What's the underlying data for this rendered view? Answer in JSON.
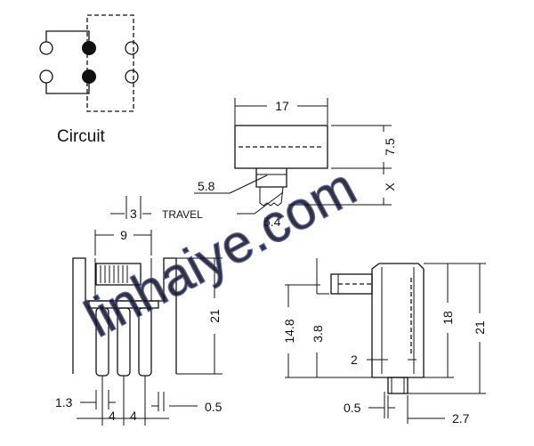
{
  "circuit": {
    "label": "Circuit"
  },
  "top_view": {
    "width": "17",
    "height": "7.5",
    "height_axis": "X",
    "lever_width": "5.8",
    "lever_offset": "5.4"
  },
  "travel": {
    "value": "3",
    "label": "TRAVEL"
  },
  "front_view": {
    "frame_width": "9",
    "height": "21",
    "pin_width": "1.3",
    "pitch_left": "4",
    "pitch_right": "4",
    "pin_thickness": "0.5"
  },
  "side_view": {
    "lever_height": "3.8",
    "body_height": "14.8",
    "lead_width": "2",
    "height_18": "18",
    "height_21": "21",
    "lead_thickness": "0.5",
    "offset": "2.7"
  },
  "watermark": {
    "text": "linhaiye.com"
  },
  "colors": {
    "line": "#111111",
    "watermark": "#3b48a8",
    "background": "#ffffff"
  }
}
